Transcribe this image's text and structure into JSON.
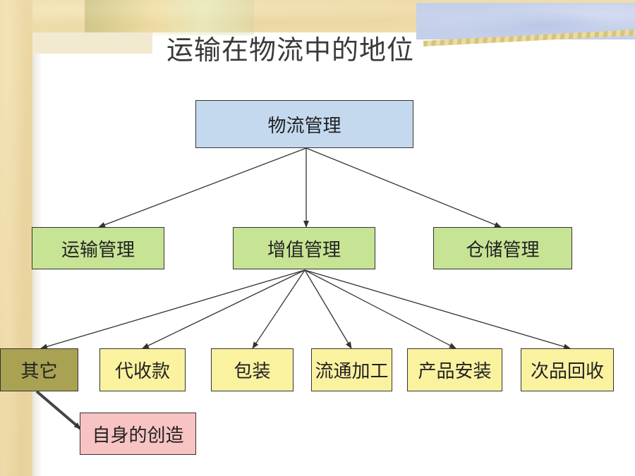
{
  "title": "运输在物流中的地位",
  "nodes": {
    "root": "物流管理",
    "transport": "运输管理",
    "value_added": "增值管理",
    "warehouse": "仓储管理",
    "other": "其它",
    "cod": "代收款",
    "packaging": "包装",
    "processing": "流通加工",
    "installation": "产品安装",
    "returns": "次品回收",
    "self_created": "自身的创造"
  },
  "colors": {
    "root": "#c4d9ee",
    "level2": "#c6e494",
    "level3": "#fbf2a0",
    "other": "#a9a252",
    "self_created": "#f8c3c3"
  }
}
